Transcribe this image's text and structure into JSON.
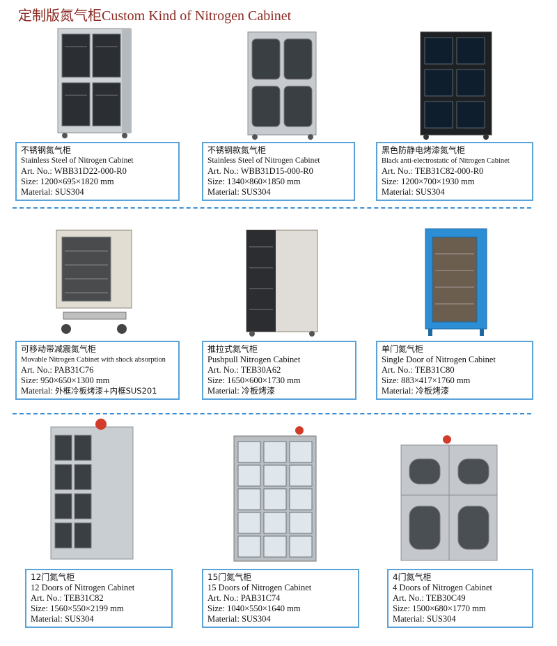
{
  "title": {
    "cn": "定制版氮气柜",
    "en": "Custom Kind of Nitrogen Cabinet"
  },
  "products": [
    {
      "name_cn": "不锈钢氮气柜",
      "name_en": "Stainless Steel of Nitrogen Cabinet",
      "art_label": "Art. No.:",
      "art_no": "WBB31D22-000-R0",
      "size_label": "Size:",
      "size": "1200×695×1820 mm",
      "material_label": "Material:",
      "material": "SUS304",
      "image": "stainless-4-door-cabinet-icon"
    },
    {
      "name_cn": "不锈钢款氮气柜",
      "name_en": "Stainless Steel of Nitrogen Cabinet",
      "art_label": "Art. No.:",
      "art_no": "WBB31D15-000-R0",
      "size_label": "Size:",
      "size": "1340×860×1850 mm",
      "material_label": "Material:",
      "material": "SUS304",
      "image": "stainless-4-door-cabinet-icon"
    },
    {
      "name_cn": "黑色防静电烤漆氮气柜",
      "name_en": "Black anti-electrostatic of Nitrogen Cabinet",
      "art_label": "Art. No.:",
      "art_no": "TEB31C82-000-R0",
      "size_label": "Size:",
      "size": "1200×700×1930 mm",
      "material_label": "Material:",
      "material": "SUS304",
      "image": "black-6-door-cabinet-icon"
    },
    {
      "name_cn": "可移动带减震氮气柜",
      "name_en": "Movable Nitrogen Cabinet with shock absorption",
      "art_label": "Art. No.:",
      "art_no": "PAB31C76",
      "size_label": "Size:",
      "size": "950×650×1300 mm",
      "material_label": "Material:",
      "material": "外框冷板烤漆+内框SUS201",
      "image": "movable-cabinet-icon"
    },
    {
      "name_cn": "推拉式氮气柜",
      "name_en": "Pushpull Nitrogen Cabinet",
      "art_label": "Art. No.:",
      "art_no": "TEB30A62",
      "size_label": "Size:",
      "size": "1650×600×1730 mm",
      "material_label": "Material:",
      "material": "冷板烤漆",
      "image": "pushpull-cabinet-icon"
    },
    {
      "name_cn": "单门氮气柜",
      "name_en": "Single Door of Nitrogen Cabinet",
      "art_label": "Art. No.:",
      "art_no": "TEB31C80",
      "size_label": "Size:",
      "size": "883×417×1760 mm",
      "material_label": "Material:",
      "material": "冷板烤漆",
      "image": "blue-single-door-cabinet-icon"
    },
    {
      "name_cn": "12门氮气柜",
      "name_en": "12 Doors of Nitrogen Cabinet",
      "art_label": "Art. No.:",
      "art_no": "TEB31C82",
      "size_label": "Size:",
      "size": "1560×550×2199 mm",
      "material_label": "Material:",
      "material": "SUS304",
      "image": "12-door-cabinet-icon"
    },
    {
      "name_cn": "15门氮气柜",
      "name_en": "15 Doors of Nitrogen Cabinet",
      "art_label": "Art. No.:",
      "art_no": "PAB31C74",
      "size_label": "Size:",
      "size": "1040×550×1640 mm",
      "material_label": "Material:",
      "material": "SUS304",
      "image": "15-door-cabinet-icon"
    },
    {
      "name_cn": "4门氮气柜",
      "name_en": "4 Doors of Nitrogen Cabinet",
      "art_label": "Art. No.:",
      "art_no": "TEB30C49",
      "size_label": "Size:",
      "size": "1500×680×1770 mm",
      "material_label": "Material:",
      "material": "SUS304",
      "image": "stainless-4-door-round-window-cabinet-icon"
    }
  ],
  "colors": {
    "title": "#8c2b24",
    "border": "#5aa3d8",
    "divider": "#3b8fd6"
  }
}
